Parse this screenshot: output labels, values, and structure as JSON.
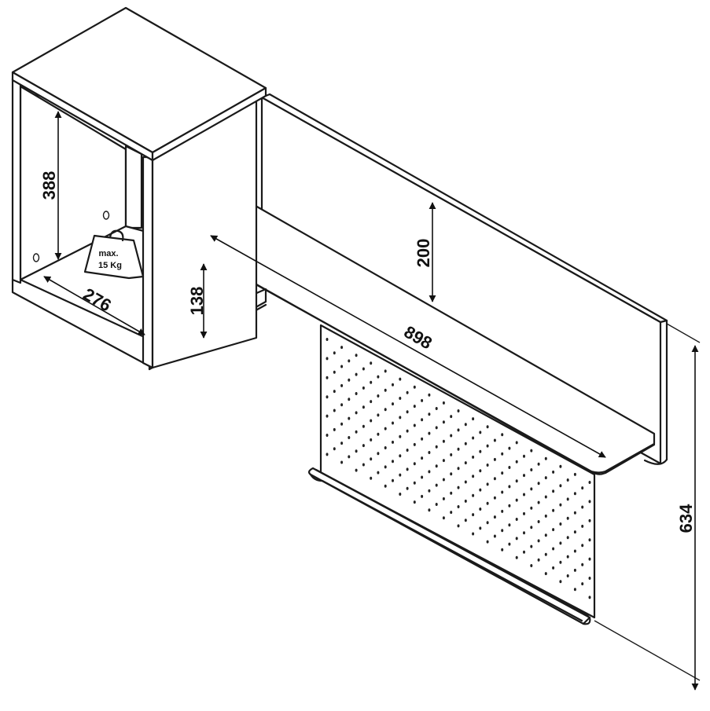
{
  "diagram": {
    "dimensions": {
      "cabinet_height": "388",
      "cabinet_depth": "276",
      "shelf_clearance": "138",
      "backboard_height": "200",
      "shelf_width": "898",
      "total_height": "634"
    },
    "weight_label": {
      "line1": "max.",
      "line2": "15 Kg"
    },
    "colors": {
      "line": "#1a1a1a",
      "background": "#ffffff"
    }
  }
}
